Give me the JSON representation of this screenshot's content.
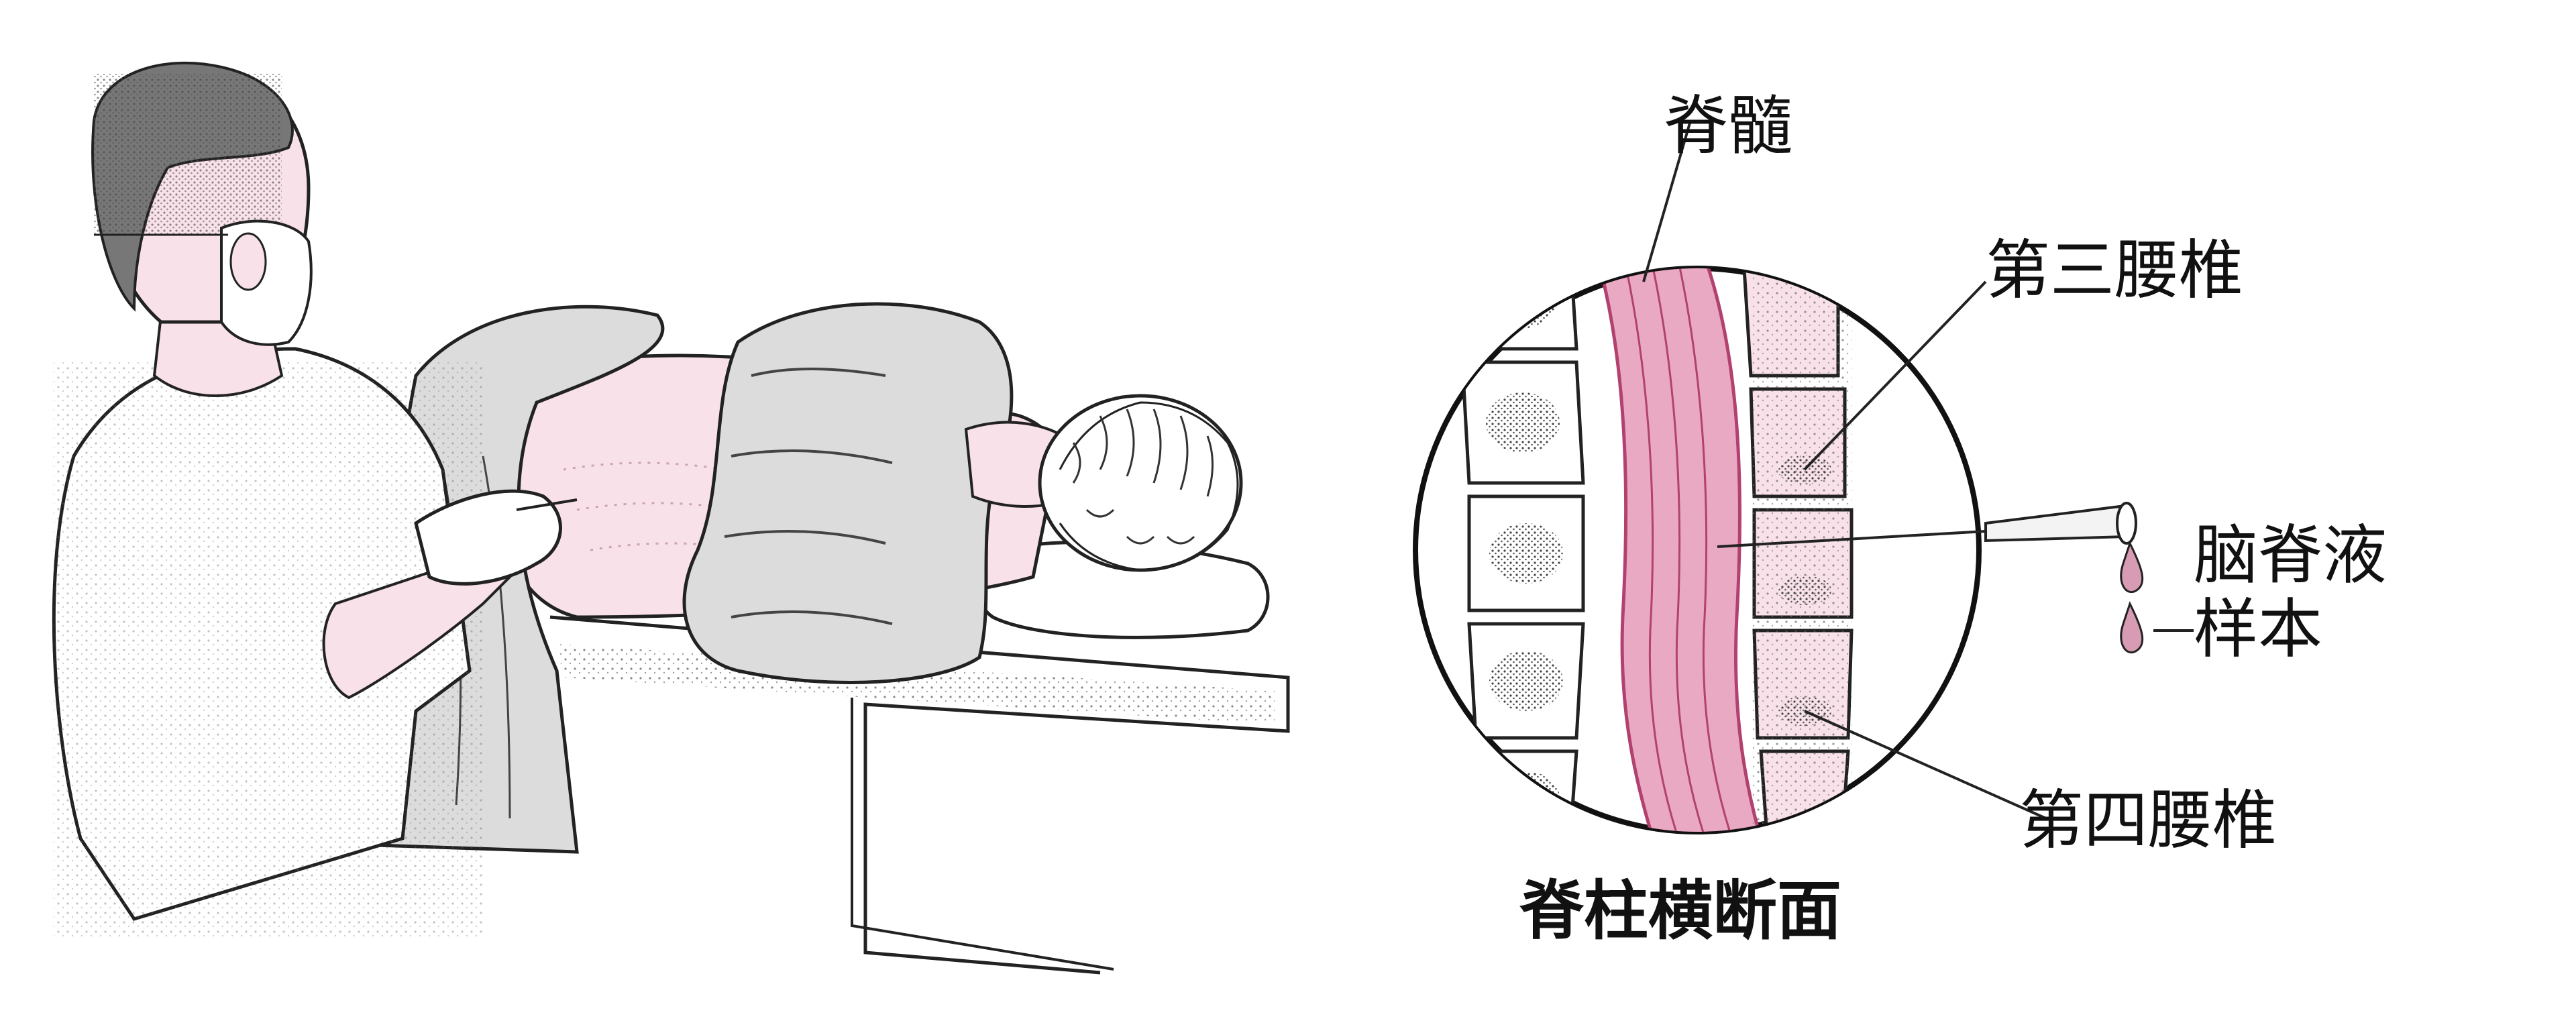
{
  "labels": {
    "spinal_cord": "脊髓",
    "l3": "第三腰椎",
    "csf_line1": "脑脊液",
    "csf_line2": "样本",
    "l4": "第四腰椎",
    "cross_section": "脊柱横断面"
  },
  "colors": {
    "cord_pink": "#e9a9c2",
    "cord_dark": "#b2416f",
    "skin_pink": "#f9e1ea",
    "blanket_gray": "#dcdcdc",
    "drop_pink": "#d79bb4",
    "ink": "#1a1a1a"
  }
}
